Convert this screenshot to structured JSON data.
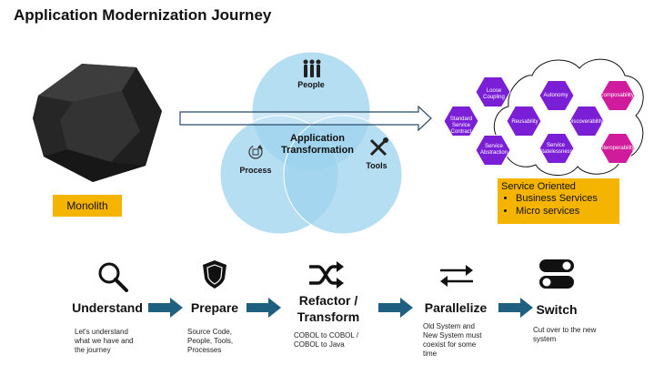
{
  "title": "Application Modernization Journey",
  "monolith": {
    "label": "Monolith"
  },
  "venn": {
    "people": "People",
    "process": "Process",
    "tools": "Tools",
    "center": [
      "Application",
      "Transformation"
    ]
  },
  "soa": {
    "hexes": [
      [
        "Loose",
        "Coupling"
      ],
      [
        "Standard Service",
        "Contract"
      ],
      [
        "Reusability"
      ],
      [
        "Service",
        "Abstraction"
      ],
      [
        "Autonomy"
      ],
      [
        "Composability"
      ],
      [
        "Discoverability"
      ],
      [
        "Service",
        "Statelessness"
      ],
      [
        "Interoperability"
      ]
    ],
    "box": {
      "heading": "Service Oriented",
      "items": [
        "Business Services",
        "Micro services"
      ]
    }
  },
  "steps": [
    {
      "title": [
        "Understand"
      ],
      "desc": [
        "Let's understand",
        "what we have and",
        "the journey"
      ]
    },
    {
      "title": [
        "Prepare"
      ],
      "desc": [
        "Source Code,",
        "People, Tools,",
        "Processes"
      ]
    },
    {
      "title": [
        "Refactor /",
        "Transform"
      ],
      "desc": [
        "COBOL to COBOL /",
        "COBOL to Java"
      ]
    },
    {
      "title": [
        "Parallelize"
      ],
      "desc": [
        "Old System and",
        "New System must",
        "coexist for some",
        "time"
      ]
    },
    {
      "title": [
        "Switch"
      ],
      "desc": [
        "Cut over to the new",
        "system"
      ]
    }
  ],
  "colors": {
    "accent": "#f5b400",
    "venn": "#9ed3ee",
    "hex_purple": "#7b1fd6",
    "hex_magenta": "#d01c9c",
    "step_arrow": "#1f5f7f"
  }
}
